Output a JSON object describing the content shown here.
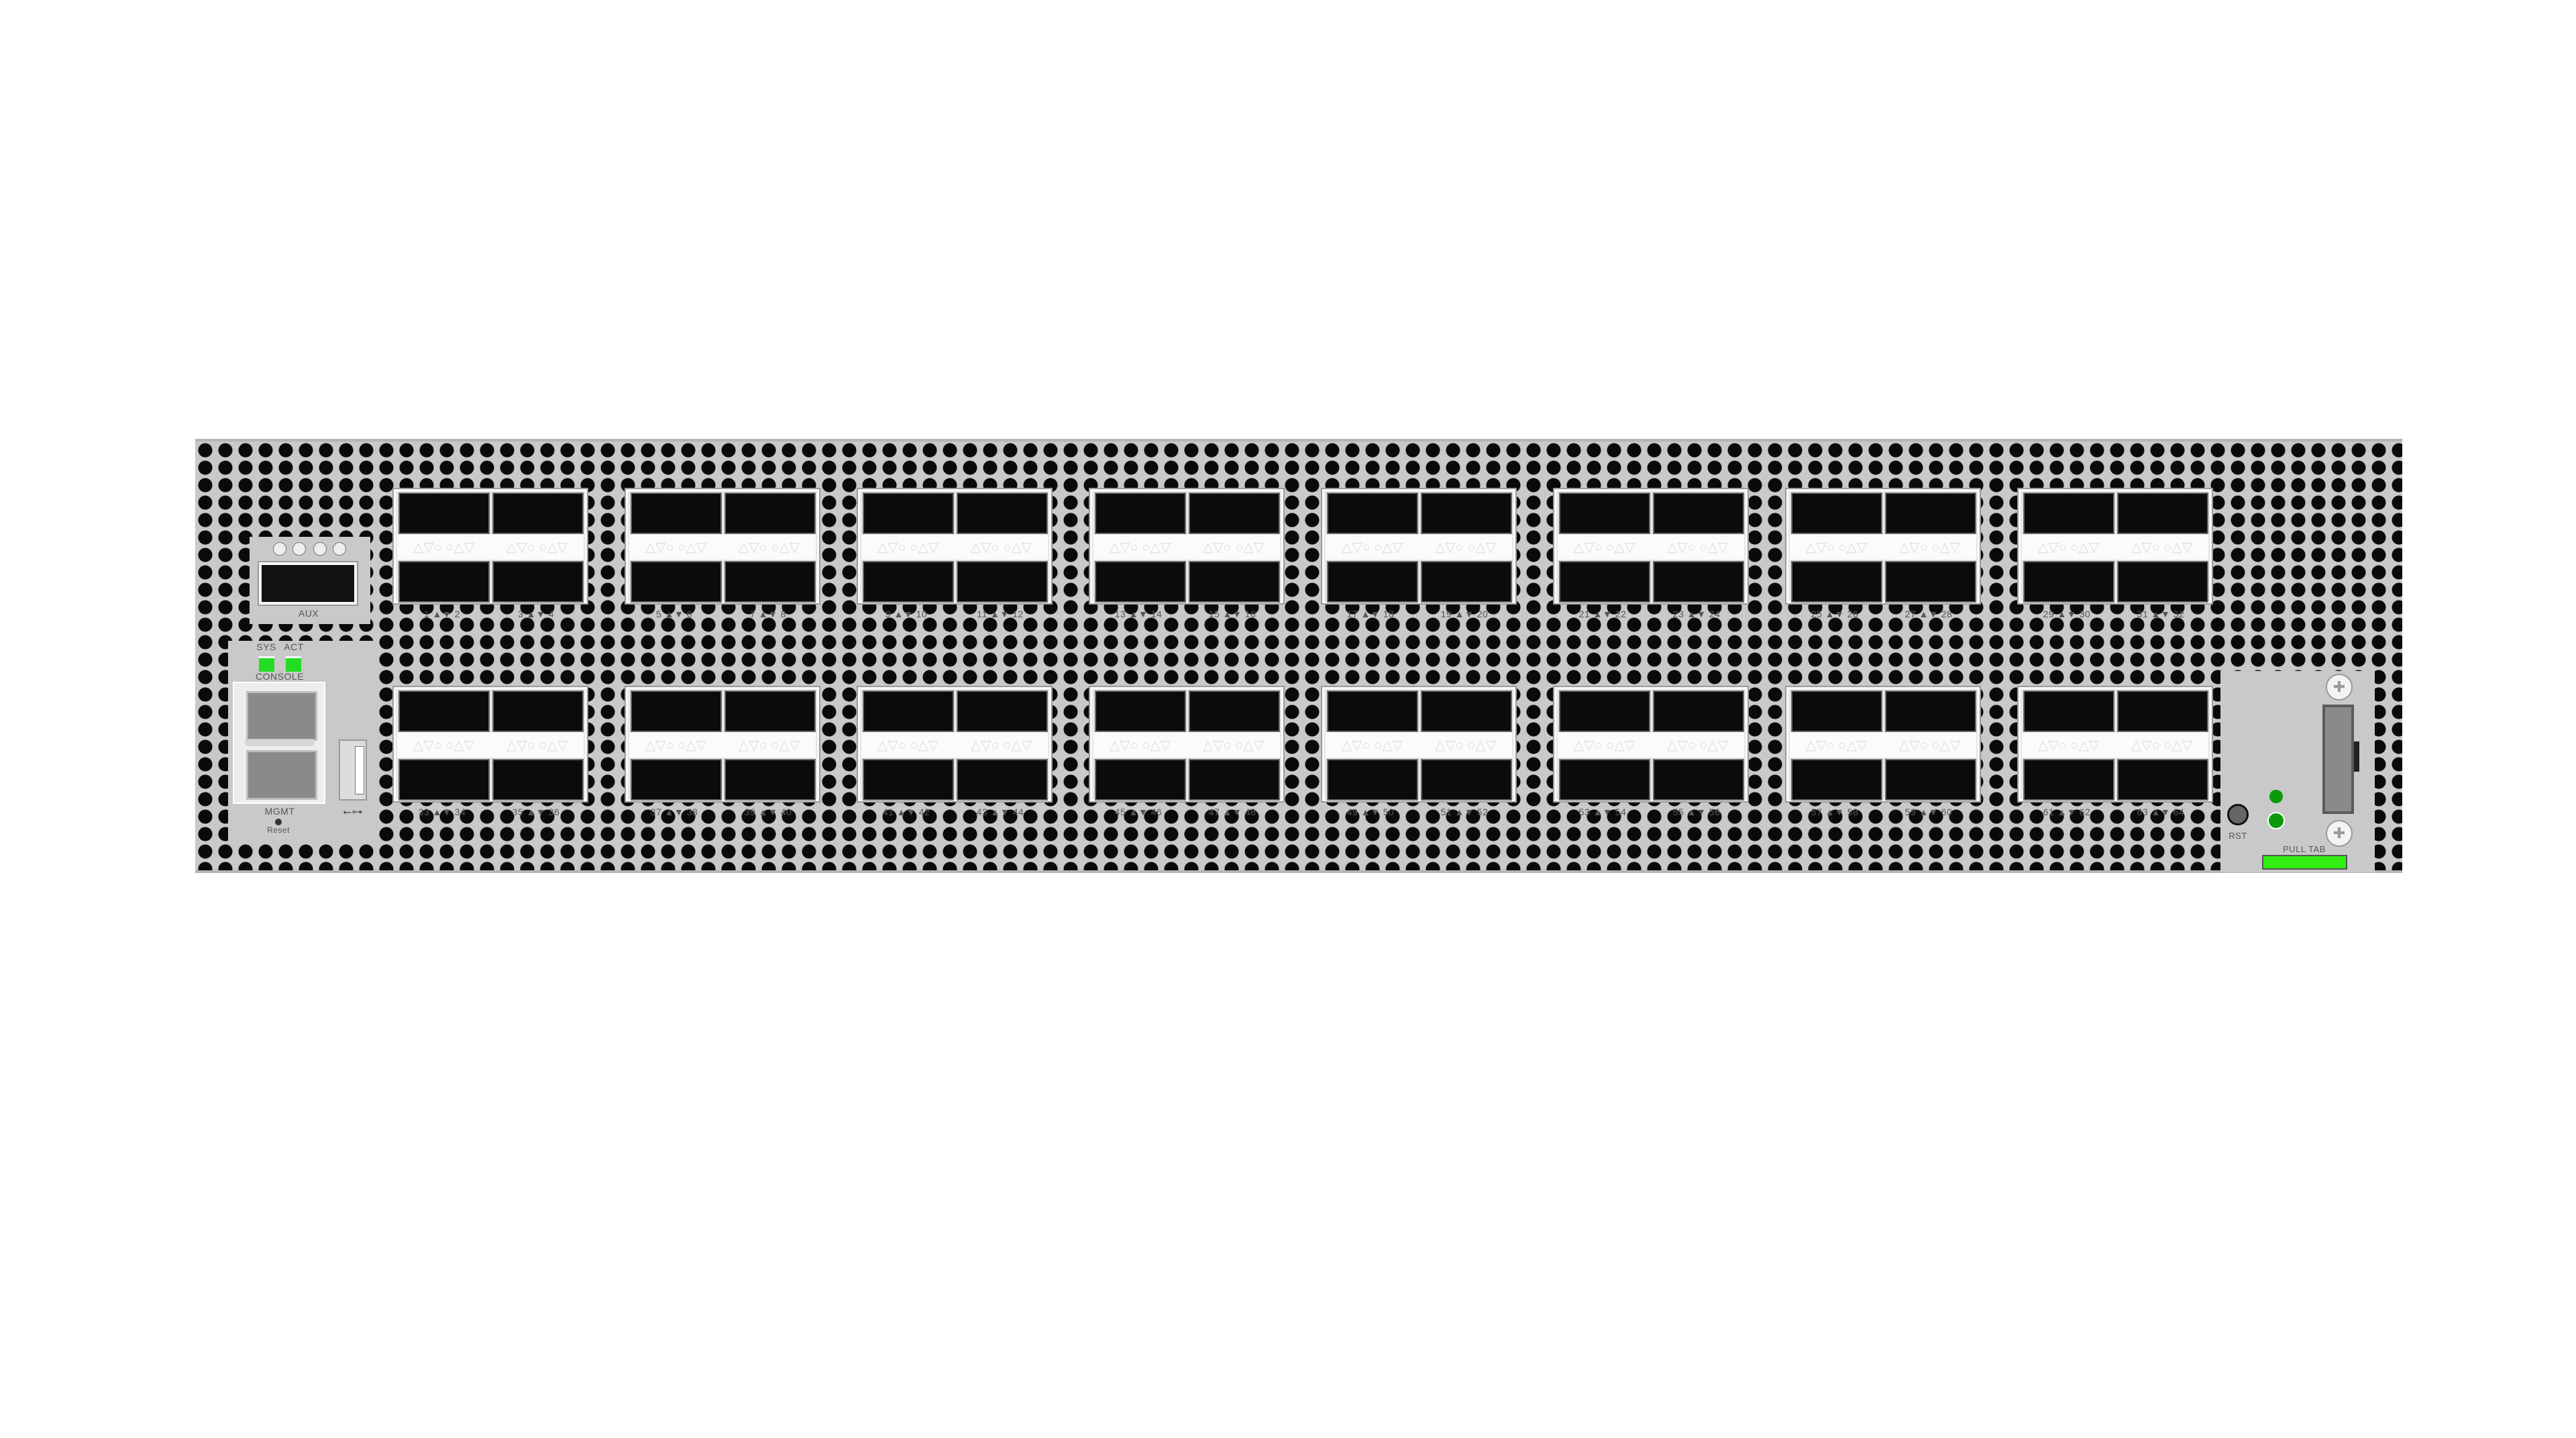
{
  "labels": {
    "aux": "AUX",
    "sys": "SYS",
    "act": "ACT",
    "console": "CONSOLE",
    "mgmt": "MGMT",
    "reset": "Reset",
    "usb": "⭠⊶",
    "rst": "RST",
    "pull_tab": "PULL TAB"
  },
  "band_symbols": "△▽○ ○△▽",
  "colors": {
    "chassis": "#c9c9c9",
    "led_green": "#22dd22",
    "status_led": "#0a9a0a",
    "pull_tab": "#33ee11"
  },
  "port_rows": [
    [
      "1 ▲▼ 2",
      "3 ▲▼ 4",
      "5 ▲▼ 6",
      "7 ▲▼ 8",
      "9 ▲▼ 10",
      "11 ▲▼ 12",
      "13 ▲▼ 14",
      "15 ▲▼ 16",
      "17 ▲▼ 18",
      "19 ▲▼ 20",
      "21 ▲▼ 22",
      "23 ▲▼ 24",
      "25 ▲▼ 26",
      "27 ▲▼ 28",
      "29 ▲▼ 30",
      "31 ▲▼ 32"
    ],
    [
      "33 ▲▼ 34",
      "35 ▲▼ 36",
      "37 ▲▼ 38",
      "39 ▲▼ 40",
      "41 ▲▼ 42",
      "43 ▲▼ 44",
      "45 ▲▼ 46",
      "47 ▲▼ 48",
      "49 ▲▼ 50",
      "51 ▲▼ 52",
      "53 ▲▼ 54",
      "55 ▲▼ 56",
      "57 ▲▼ 58",
      "59 ▲▼ 60",
      "61 ▲▼ 62",
      "63 ▲▼ 64"
    ]
  ]
}
